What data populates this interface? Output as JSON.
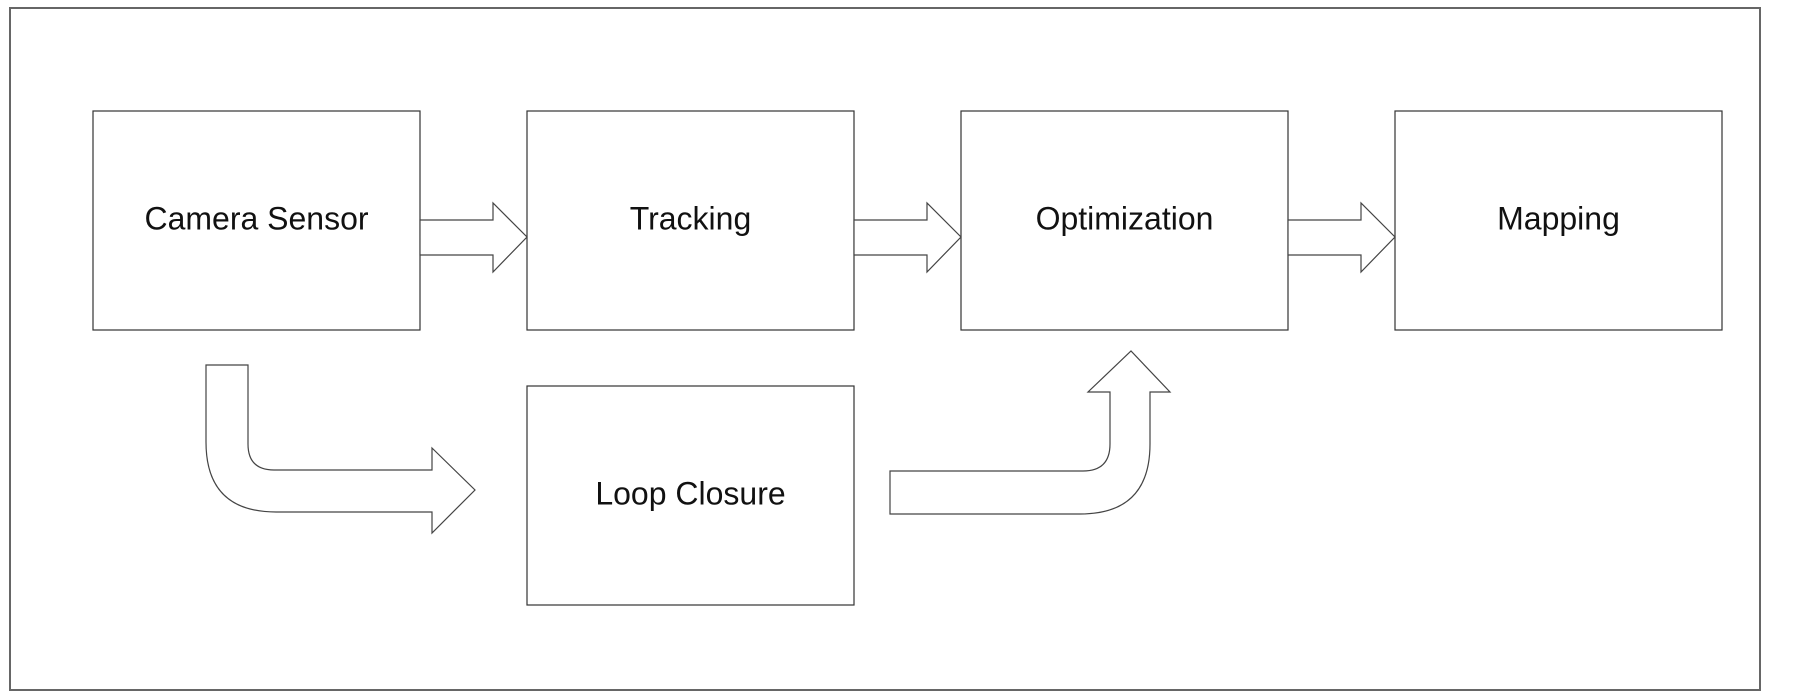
{
  "diagram": {
    "nodes": {
      "camera_sensor": "Camera Sensor",
      "tracking": "Tracking",
      "optimization": "Optimization",
      "mapping": "Mapping",
      "loop_closure": "Loop Closure"
    },
    "edges": [
      {
        "from": "camera_sensor",
        "to": "tracking"
      },
      {
        "from": "tracking",
        "to": "optimization"
      },
      {
        "from": "optimization",
        "to": "mapping"
      },
      {
        "from": "camera_sensor",
        "to": "loop_closure"
      },
      {
        "from": "loop_closure",
        "to": "optimization"
      }
    ]
  }
}
